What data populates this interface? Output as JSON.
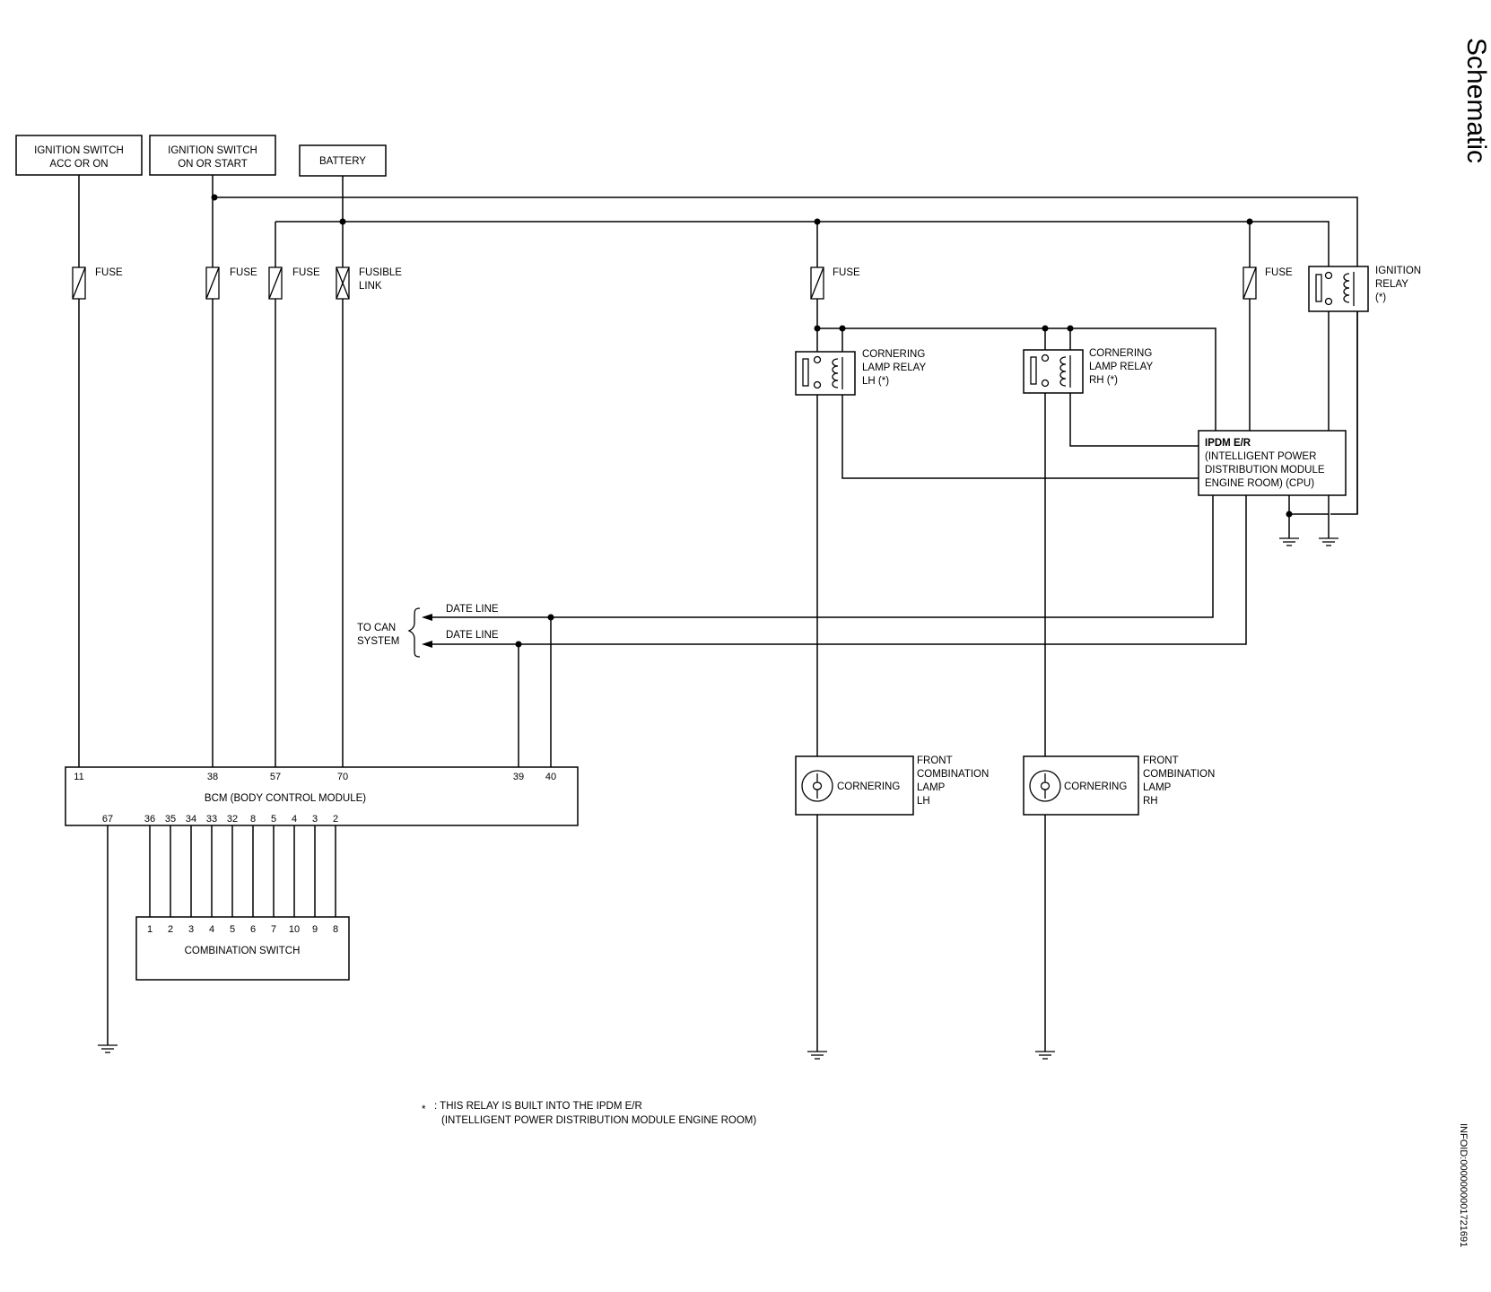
{
  "page": {
    "title": "Schematic",
    "info_id": "INFOID:0000000001721691"
  },
  "sources": {
    "ign_acc_line1": "IGNITION SWITCH",
    "ign_acc_line2": "ACC OR ON",
    "ign_on_line1": "IGNITION SWITCH",
    "ign_on_line2": "ON OR START",
    "battery": "BATTERY"
  },
  "fuses": {
    "fuse": "FUSE",
    "fusible_line1": "FUSIBLE",
    "fusible_line2": "LINK"
  },
  "relays": {
    "ignition_line1": "IGNITION",
    "ignition_line2": "RELAY",
    "ignition_line3": "(*)",
    "lh_line1": "CORNERING",
    "lh_line2": "LAMP RELAY",
    "lh_line3": "LH (*)",
    "rh_line1": "CORNERING",
    "rh_line2": "LAMP RELAY",
    "rh_line3": "RH (*)"
  },
  "ipdm": {
    "line1": "IPDM E/R",
    "line2": "(INTELLIGENT POWER",
    "line3": "DISTRIBUTION MODULE",
    "line4": "ENGINE ROOM) (CPU)"
  },
  "can": {
    "line1": "DATE LINE",
    "line2": "DATE LINE",
    "to_can_line1": "TO CAN",
    "to_can_line2": "SYSTEM"
  },
  "bcm": {
    "label": "BCM (BODY CONTROL MODULE)",
    "pins_top": [
      "11",
      "38",
      "57",
      "70",
      "39",
      "40"
    ],
    "pins_bottom": [
      "67",
      "36",
      "35",
      "34",
      "33",
      "32",
      "8",
      "5",
      "4",
      "3",
      "2"
    ]
  },
  "combination_switch": {
    "label": "COMBINATION SWITCH",
    "pins": [
      "1",
      "2",
      "3",
      "4",
      "5",
      "6",
      "7",
      "10",
      "9",
      "8"
    ]
  },
  "lamps": {
    "cornering": "CORNERING",
    "lh_line1": "FRONT",
    "lh_line2": "COMBINATION",
    "lh_line3": "LAMP",
    "lh_line4": "LH",
    "rh_line1": "FRONT",
    "rh_line2": "COMBINATION",
    "rh_line3": "LAMP",
    "rh_line4": "RH"
  },
  "footnote": {
    "star": "*",
    "line1": ": THIS RELAY IS BUILT INTO THE IPDM E/R",
    "line2": "(INTELLIGENT POWER DISTRIBUTION MODULE ENGINE ROOM)"
  }
}
